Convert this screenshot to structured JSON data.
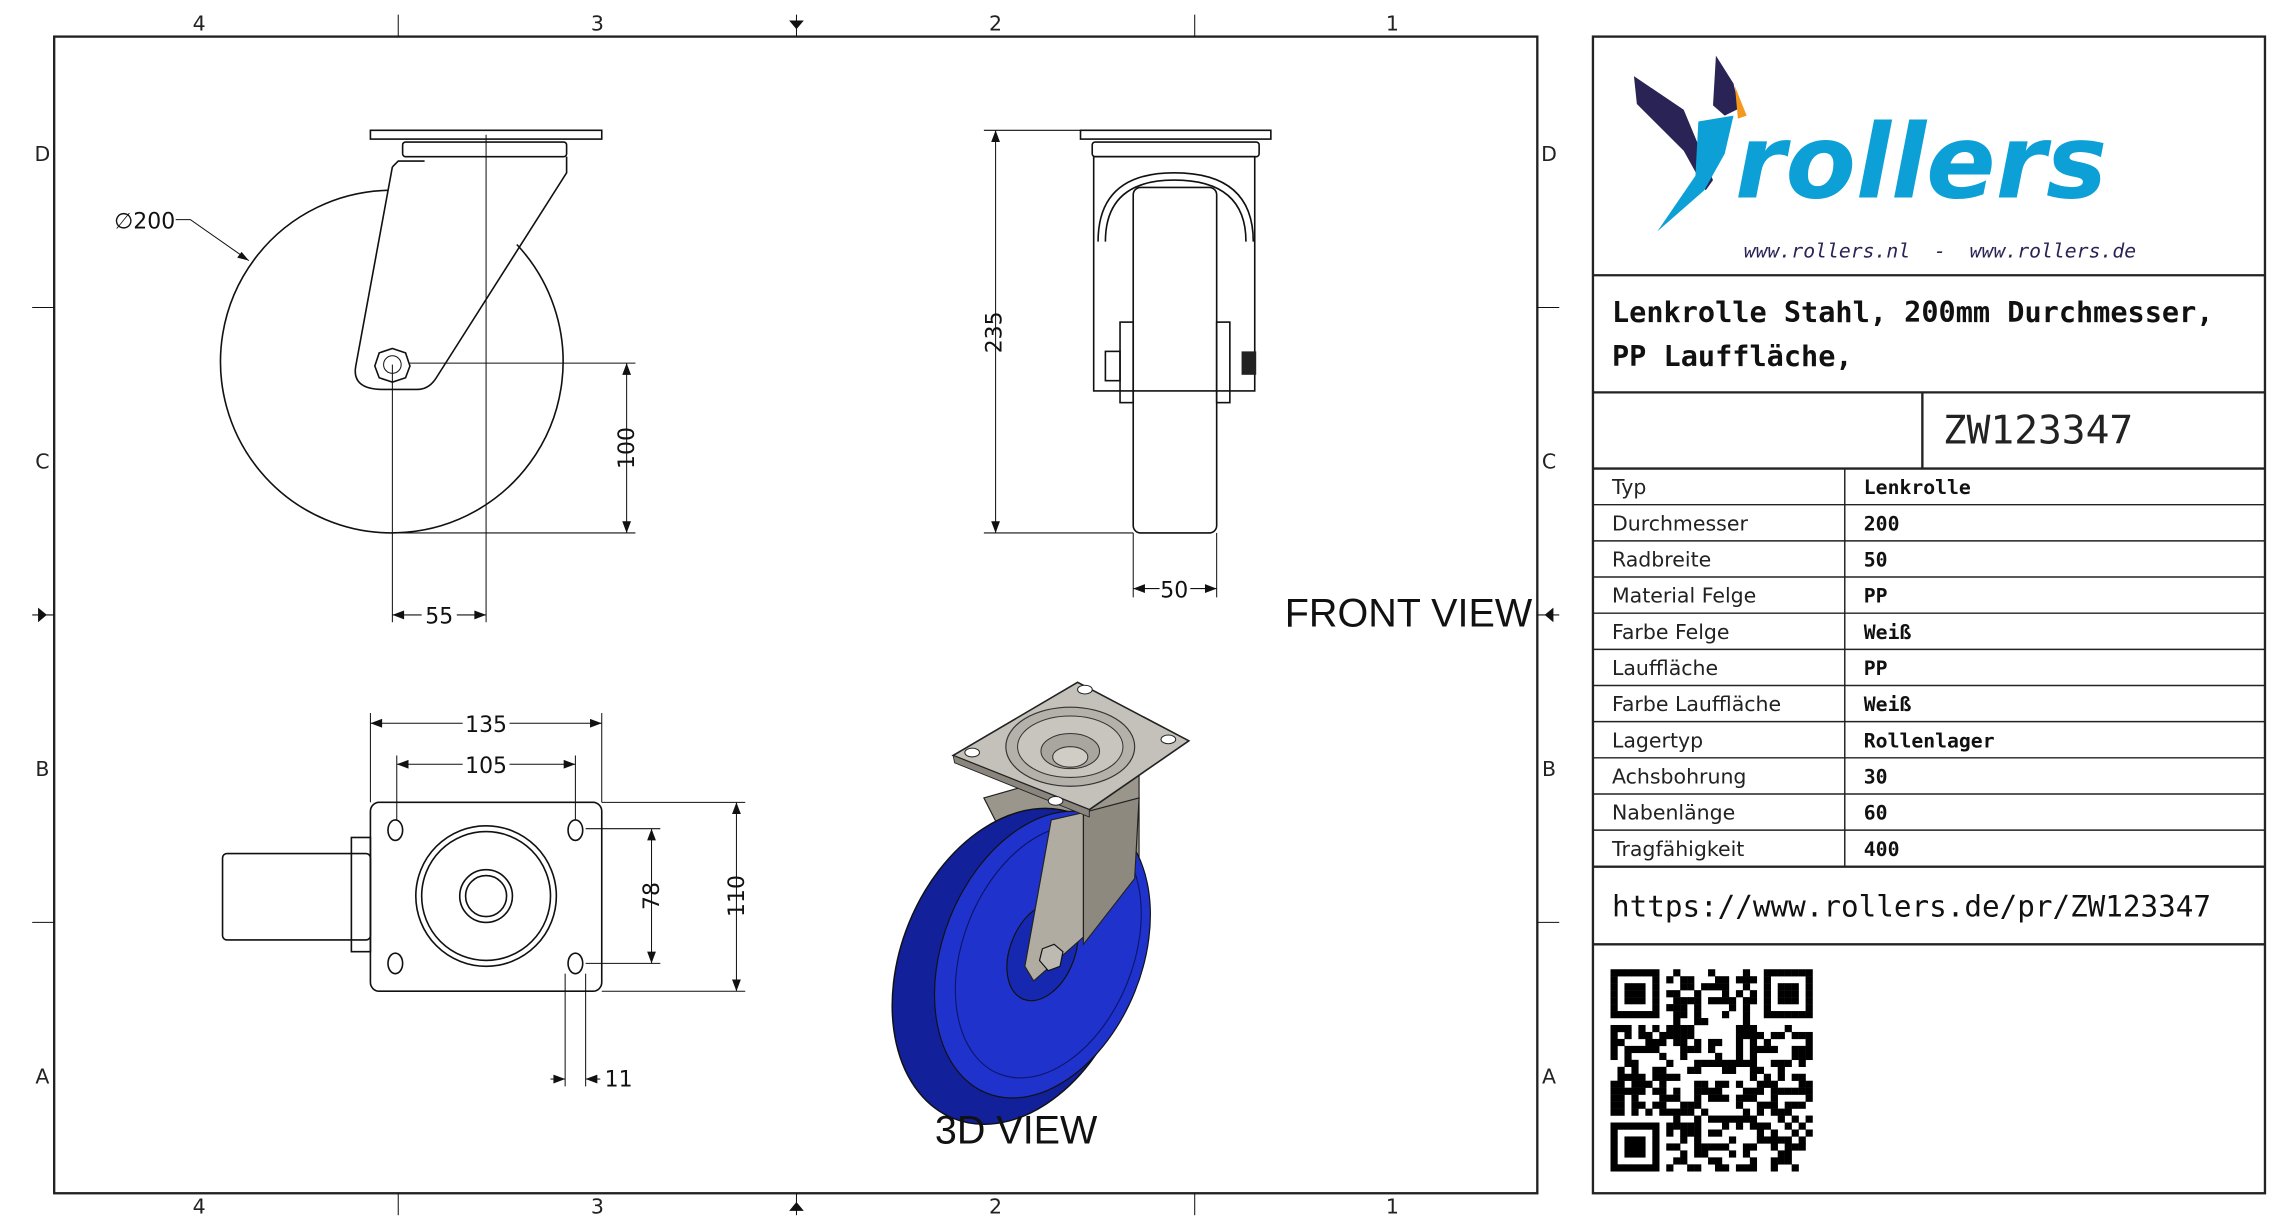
{
  "zones": {
    "columns": [
      "4",
      "3",
      "2",
      "1"
    ],
    "rows": [
      "D",
      "C",
      "B",
      "A"
    ]
  },
  "views": {
    "front_view_label": "FRONT VIEW",
    "view_3d_label": "3D VIEW"
  },
  "dimensions": {
    "diameter": "∅200",
    "axle_height": "100",
    "offset": "55",
    "total_height": "235",
    "wheel_width": "50",
    "plate_length": "135",
    "hole_spacing_length": "105",
    "hole_spacing_width": "78",
    "plate_width": "110",
    "hole_size": "11"
  },
  "title_block": {
    "logo_text": "rollers",
    "logo_urls": "www.rollers.nl  -  www.rollers.de",
    "title_line1": "Lenkrolle Stahl, 200mm Durchmesser,",
    "title_line2": "PP Lauffläche,",
    "part_number": "ZW123347",
    "specs": [
      {
        "label": "Typ",
        "value": "Lenkrolle"
      },
      {
        "label": "Durchmesser",
        "value": "200"
      },
      {
        "label": "Radbreite",
        "value": "50"
      },
      {
        "label": "Material Felge",
        "value": "PP"
      },
      {
        "label": "Farbe Felge",
        "value": "Weiß"
      },
      {
        "label": "Lauffläche",
        "value": "PP"
      },
      {
        "label": "Farbe Lauffläche",
        "value": "Weiß"
      },
      {
        "label": "Lagertyp",
        "value": "Rollenlager"
      },
      {
        "label": "Achsbohrung",
        "value": "30"
      },
      {
        "label": "Nabenlänge",
        "value": "60"
      },
      {
        "label": "Tragfähigkeit",
        "value": "400"
      }
    ],
    "url": "https://www.rollers.de/pr/ZW123347"
  },
  "colors": {
    "logo_blue": "#0ca0d6",
    "logo_navy": "#2a2456",
    "logo_orange": "#f39a1e",
    "wheel_blue": "#1a2fc4"
  }
}
